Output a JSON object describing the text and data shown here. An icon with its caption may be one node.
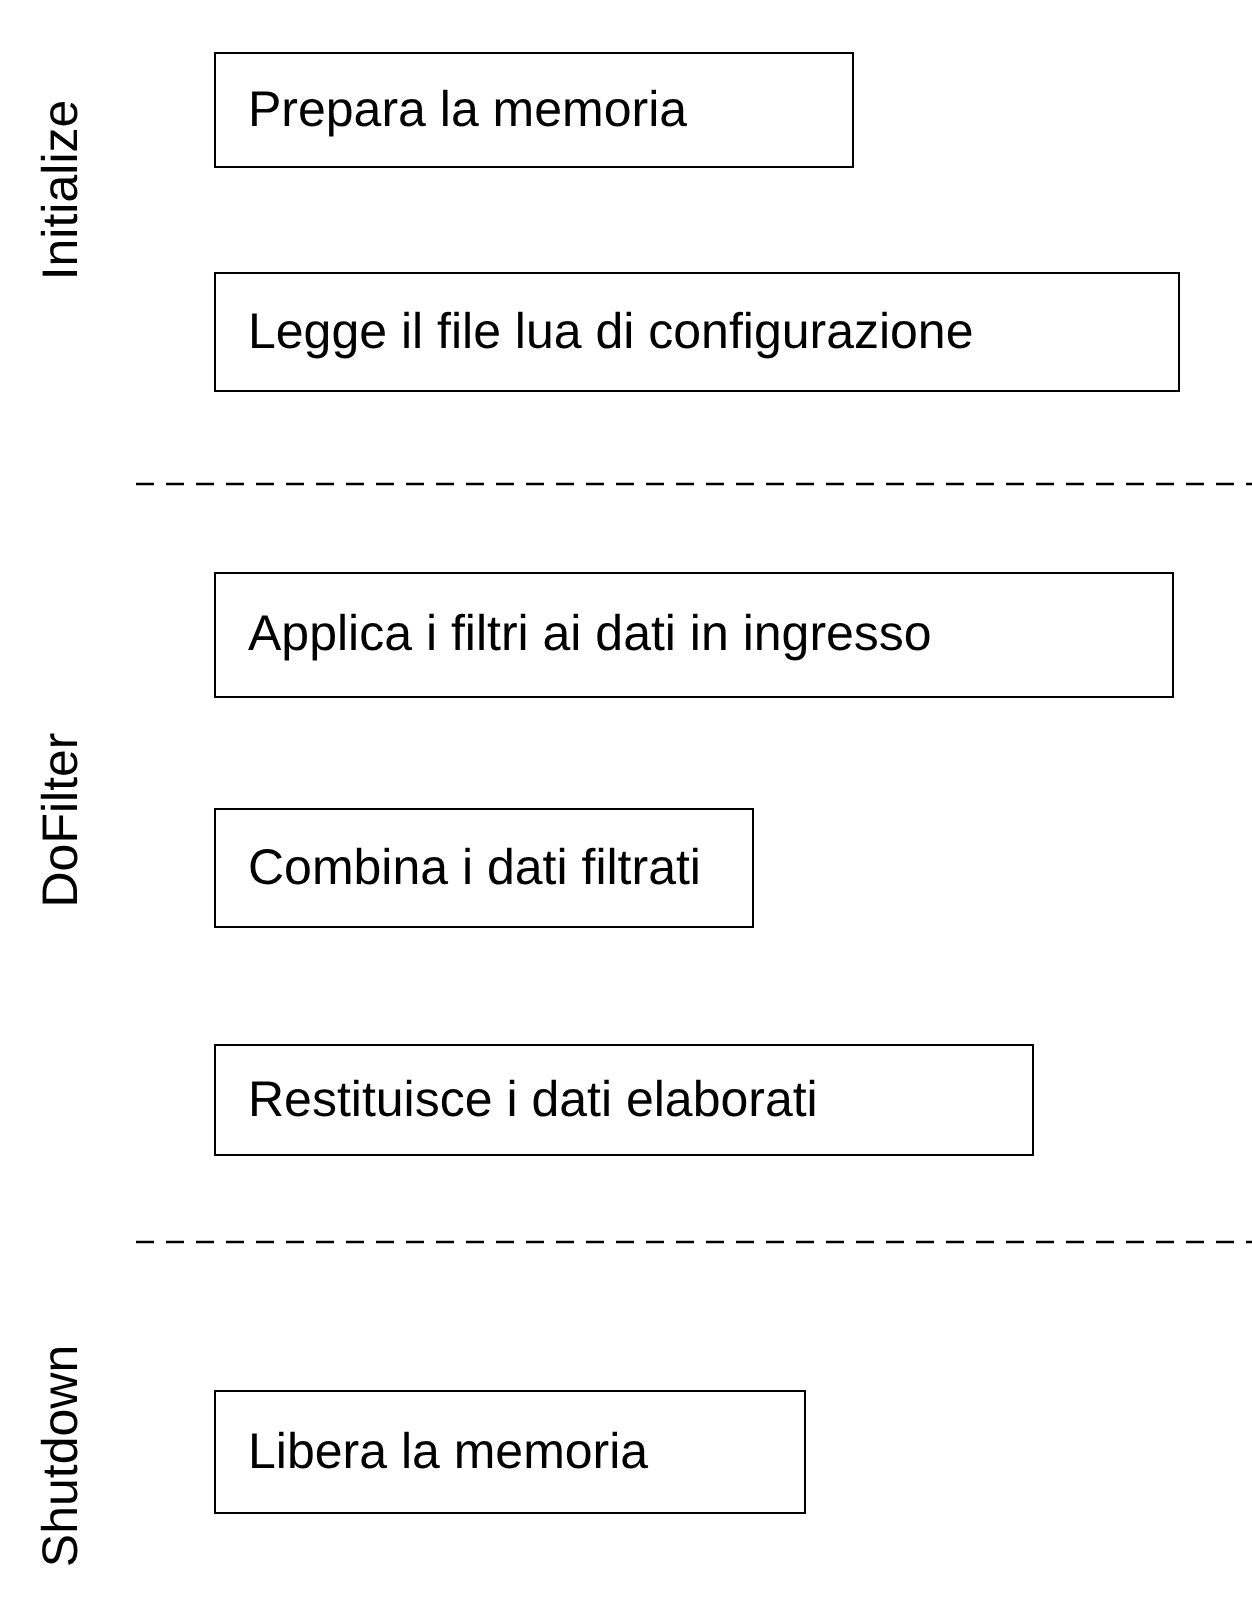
{
  "diagram": {
    "nodes": [
      {
        "text": [
          "Prepara la memoria"
        ]
      },
      {
        "text": [
          "Legge il file lua di configurazione"
        ]
      },
      {
        "text": [
          "Applica i filtri ai dati in ingresso"
        ]
      },
      {
        "text": [
          "Combina i dati filtrati"
        ]
      },
      {
        "text": [
          "Restituisce i dati elaborati"
        ]
      },
      {
        "text": [
          "Libera la memoria"
        ]
      }
    ],
    "labels": [
      "Initialize",
      "DoFilter",
      "Shutdown"
    ]
  }
}
